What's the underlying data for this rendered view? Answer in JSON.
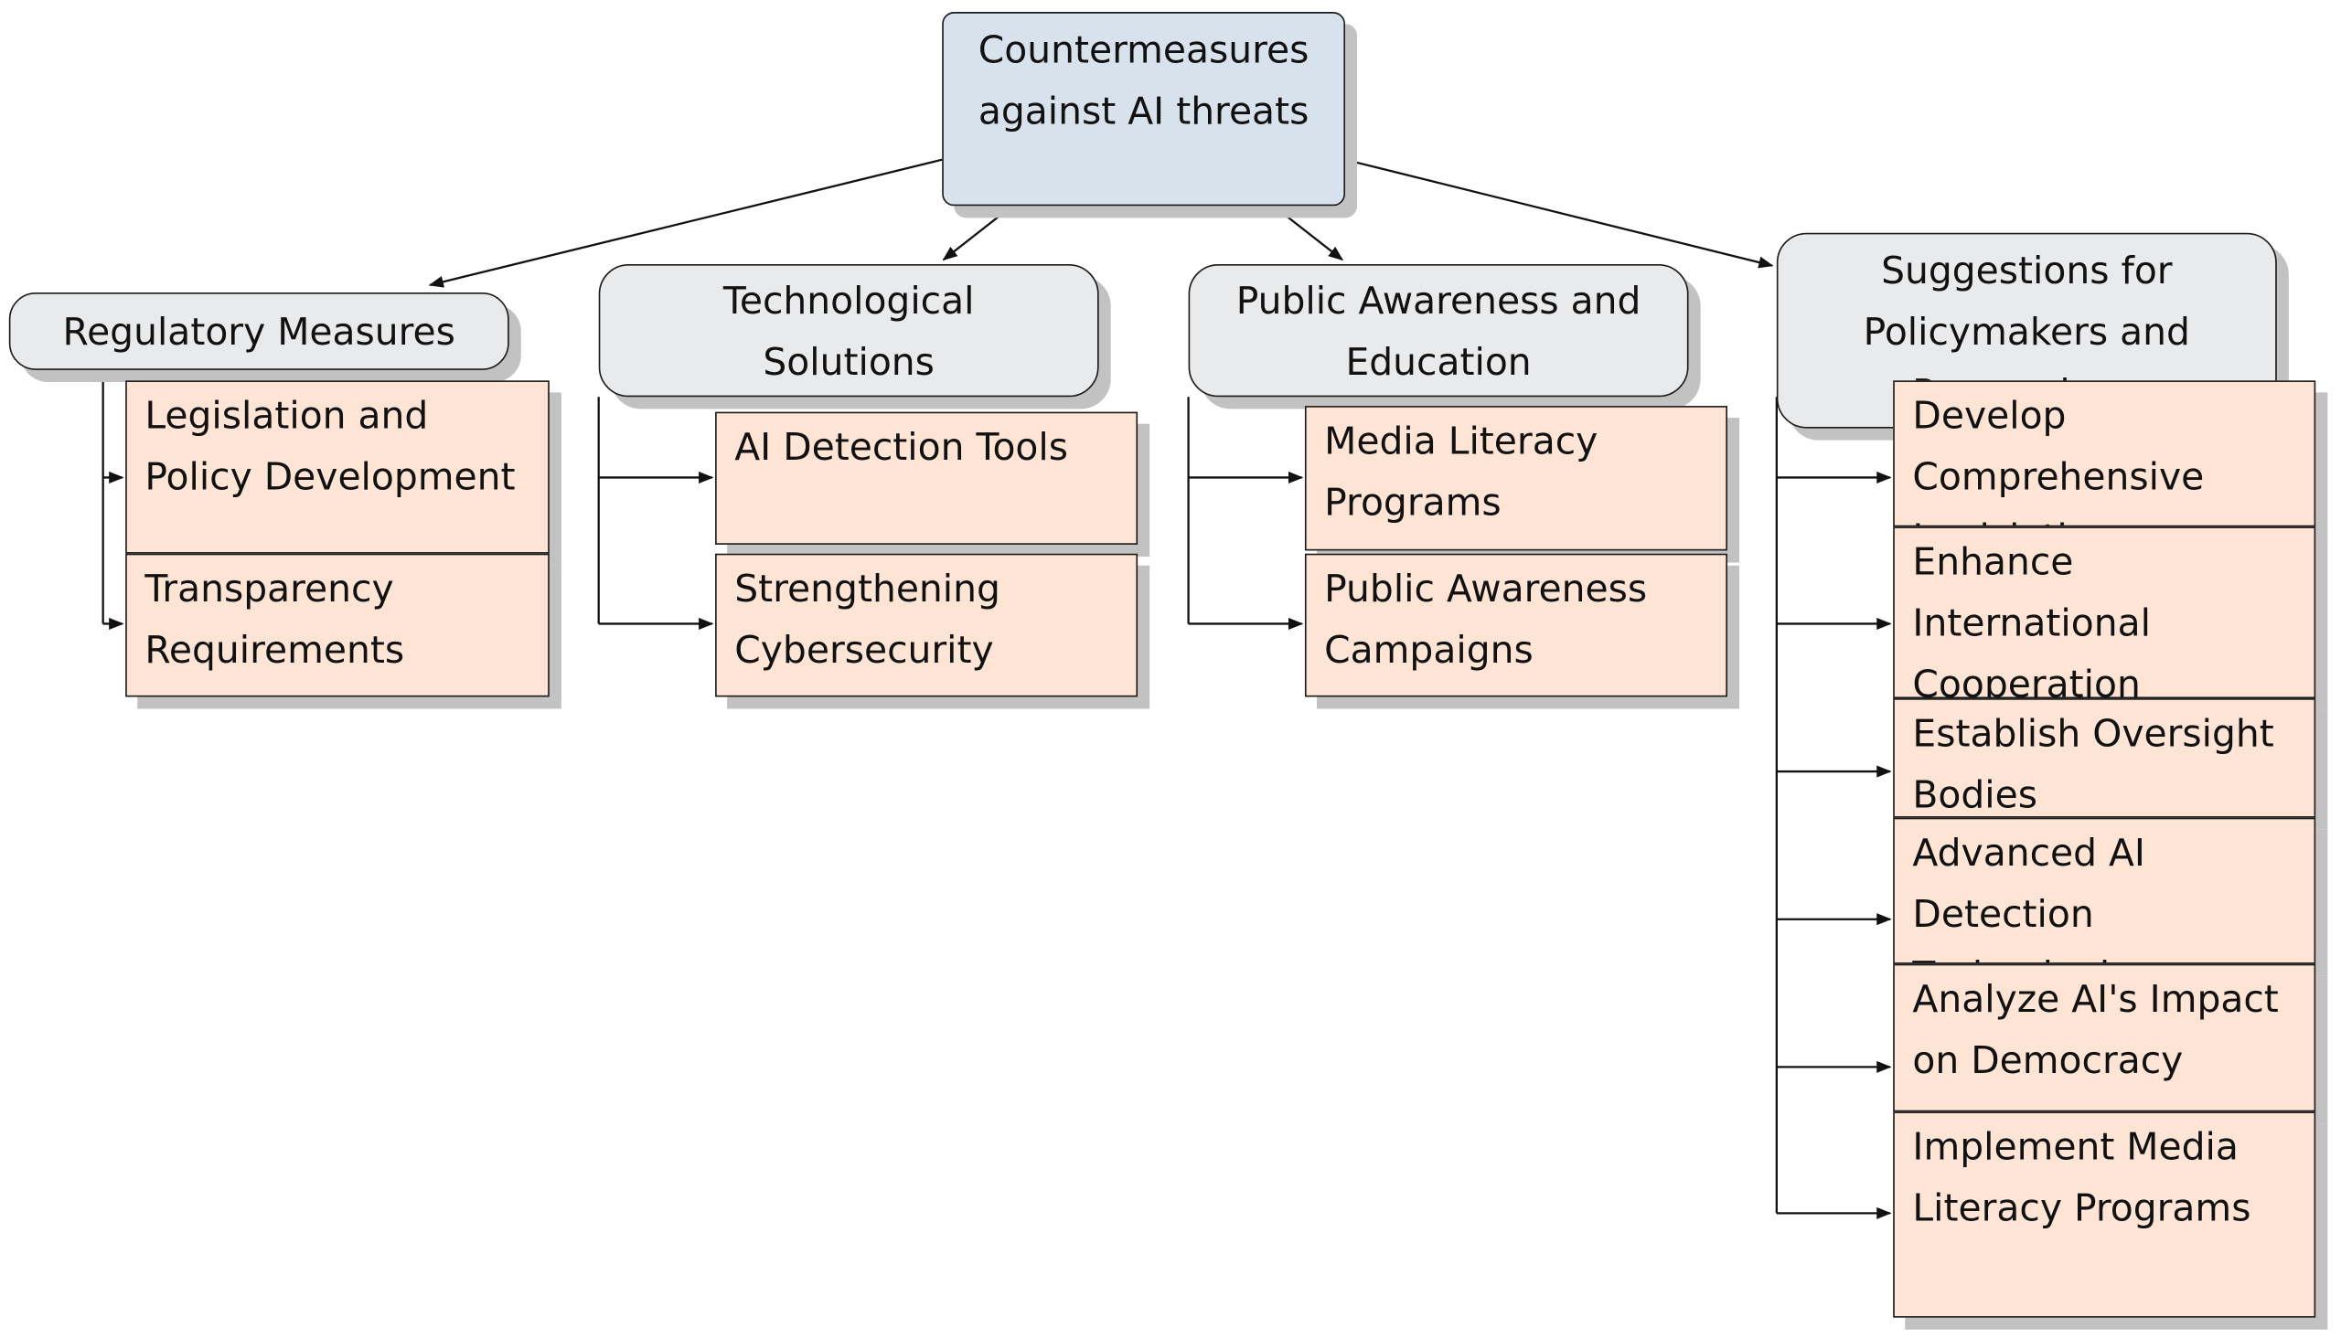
{
  "diagram": {
    "root": {
      "label": "Countermeasures against AI threats"
    },
    "categories": [
      {
        "label": "Regulatory Measures",
        "children": [
          {
            "label": "Legislation and Policy Development"
          },
          {
            "label": "Transparency Requirements"
          }
        ]
      },
      {
        "label": "Technological Solutions",
        "children": [
          {
            "label": "AI Detection Tools"
          },
          {
            "label": "Strengthening Cybersecurity"
          }
        ]
      },
      {
        "label": "Public Awareness and Education",
        "children": [
          {
            "label": "Media Literacy Programs"
          },
          {
            "label": "Public Awareness Campaigns"
          }
        ]
      },
      {
        "label": "Suggestions for Policymakers and Researchers",
        "children": [
          {
            "label": "Develop Comprehensive Legislation"
          },
          {
            "label": "Enhance International Cooperation"
          },
          {
            "label": "Establish Oversight Bodies"
          },
          {
            "label": "Advanced AI Detection Technologies"
          },
          {
            "label": "Analyze AI's Impact on Democracy"
          },
          {
            "label": "Implement Media Literacy Programs"
          }
        ]
      }
    ],
    "colors": {
      "root_fill": "#d8e2ec",
      "category_fill": "#e9eaec",
      "leaf_fill": "#fde4d5",
      "shadow": "#c2c2c2",
      "stroke": "#1a1a1a"
    }
  }
}
